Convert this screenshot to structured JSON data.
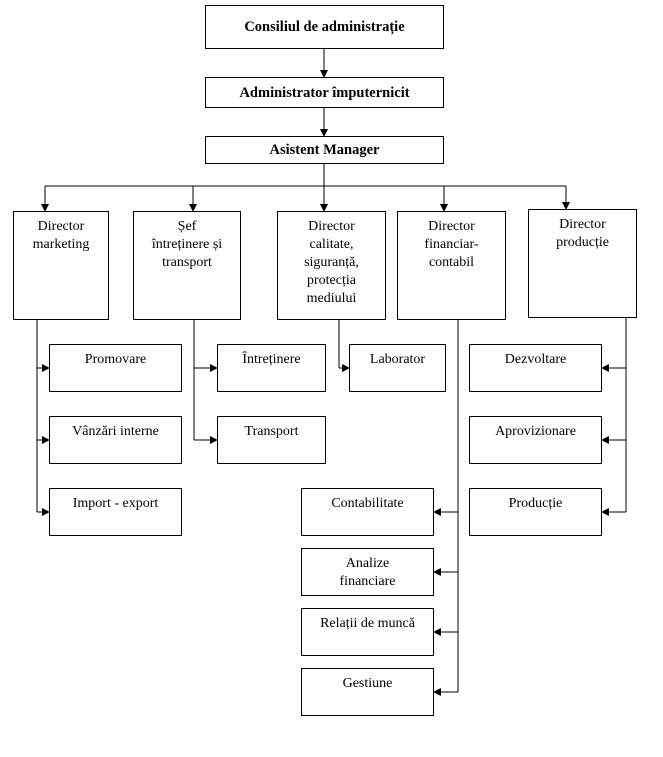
{
  "board": "Consiliul de administrație",
  "admin": "Administrator împuternicit",
  "assistant": "Asistent Manager",
  "directors": {
    "marketing": "Director\nmarketing",
    "maintenance": "Șef\nîntreținere și\ntransport",
    "quality": "Director\ncalitate,\nsiguranță,\nprotecția\nmediului",
    "finance": "Director\nfinanciar-\ncontabil",
    "production": "Director\nproducție"
  },
  "departments": {
    "promovare": "Promovare",
    "vanzari": "Vânzări interne",
    "import": "Import - export",
    "intretinere": "Întreținere",
    "transport": "Transport",
    "laborator": "Laborator",
    "dezvoltare": "Dezvoltare",
    "aprovizionare": "Aprovizionare",
    "productie": "Producție",
    "contabilitate": "Contabilitate",
    "analize": "Analize\nfinanciare",
    "relatii": "Relații de muncă",
    "gestiune": "Gestiune"
  }
}
